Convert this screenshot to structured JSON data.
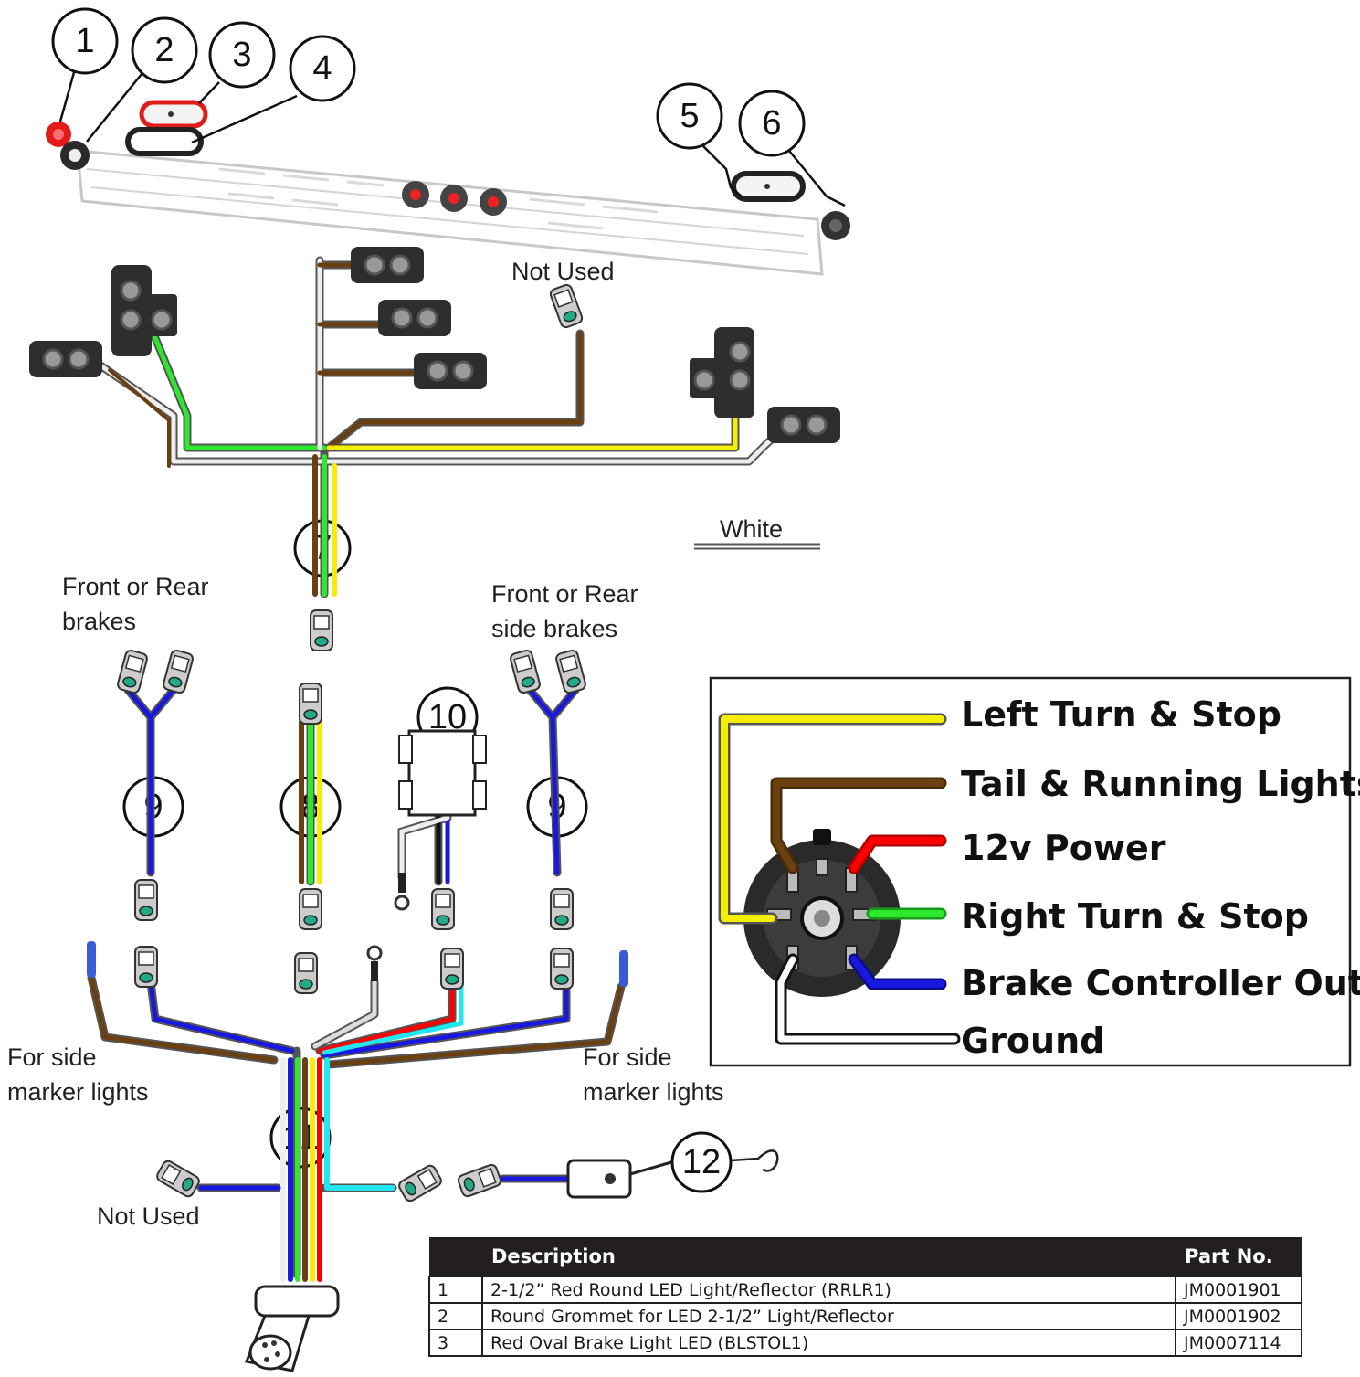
{
  "callouts": [
    "1",
    "2",
    "3",
    "4",
    "5",
    "6",
    "7",
    "8",
    "9",
    "10",
    "11",
    "12"
  ],
  "labels": {
    "not_used_top": "Not Used",
    "white": "White",
    "front_rear_brakes_1": "Front or Rear",
    "front_rear_brakes_2": "brakes",
    "front_rear_side_1": "Front or Rear",
    "front_rear_side_2": "side brakes",
    "side_marker_left_1": "For side",
    "side_marker_left_2": "marker lights",
    "side_marker_right_1": "For side",
    "side_marker_right_2": "marker lights",
    "not_used_bottom": "Not Used"
  },
  "legend": {
    "items": [
      {
        "label": "Left Turn & Stop",
        "color": "#f5ee00"
      },
      {
        "label": "Tail & Running Lights",
        "color": "#6b4010"
      },
      {
        "label": "12v Power",
        "color": "#ff0000"
      },
      {
        "label": "Right Turn & Stop",
        "color": "#2ee82e"
      },
      {
        "label": "Brake Controller Output",
        "color": "#1818e0"
      },
      {
        "label": "Ground",
        "color": "#ffffff"
      }
    ]
  },
  "wire_colors": {
    "yellow": "#f5ee00",
    "brown": "#6b4010",
    "red": "#ff0000",
    "green": "#2ee82e",
    "blue": "#1818e0",
    "cyan": "#22e6f0",
    "white": "#ffffff",
    "outline": "#4a4a4a"
  },
  "table": {
    "headers": {
      "number": "",
      "description": "Description",
      "part": "Part No."
    },
    "rows": [
      {
        "n": "1",
        "description": "2-1/2” Red Round LED Light/Reflector (RRLR1)",
        "part": "JM0001901"
      },
      {
        "n": "2",
        "description": "Round Grommet for LED 2-1/2” Light/Reflector",
        "part": "JM0001902"
      },
      {
        "n": "3",
        "description": "Red Oval Brake Light LED (BLSTOL1)",
        "part": "JM0007114"
      }
    ]
  }
}
